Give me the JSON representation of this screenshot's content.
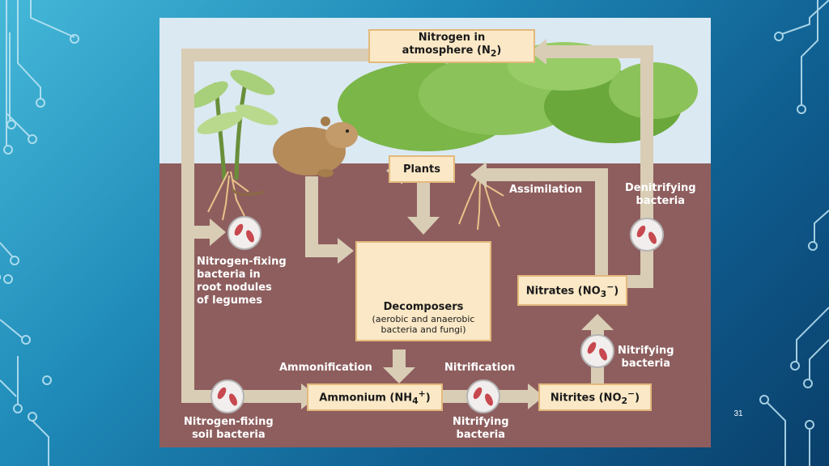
{
  "boxes": {
    "atmosphere_line1": "Nitrogen in",
    "atmosphere_line2": "atmosphere (N",
    "atmosphere_sub": "2",
    "atmosphere_close": ")",
    "plants": "Plants",
    "decomposers_title": "Decomposers",
    "decomposers_sub1": "(aerobic and anaerobic",
    "decomposers_sub2": "bacteria and fungi)",
    "nitrates_text": "Nitrates (NO",
    "nitrates_sub": "3",
    "nitrates_sup": "−",
    "nitrates_close": ")",
    "ammonium_text": "Ammonium (NH",
    "ammonium_sub": "4",
    "ammonium_sup": "+",
    "ammonium_close": ")",
    "nitrites_text": "Nitrites (NO",
    "nitrites_sub": "2",
    "nitrites_sup": "−",
    "nitrites_close": ")"
  },
  "labels": {
    "assimilation": "Assimilation",
    "denitrifying_line1": "Denitrifying",
    "denitrifying_line2": "bacteria",
    "nodules_line1": "Nitrogen-fixing",
    "nodules_line2": "bacteria in",
    "nodules_line3": "root nodules",
    "nodules_line4": "of legumes",
    "ammonification": "Ammonification",
    "nitrification": "Nitrification",
    "nitrifying_right_line1": "Nitrifying",
    "nitrifying_right_line2": "bacteria",
    "nitrifying_bottom_line1": "Nitrifying",
    "nitrifying_bottom_line2": "bacteria",
    "soil_line1": "Nitrogen-fixing",
    "soil_line2": "soil bacteria"
  },
  "slide": {
    "page_number": "31"
  },
  "colors": {
    "sky": "#dbe9f2",
    "soil": "#8e5e5e",
    "arrow": "#d9cdb6",
    "box_fill": "#fbe8c6",
    "bacteria": "#c7484e"
  }
}
